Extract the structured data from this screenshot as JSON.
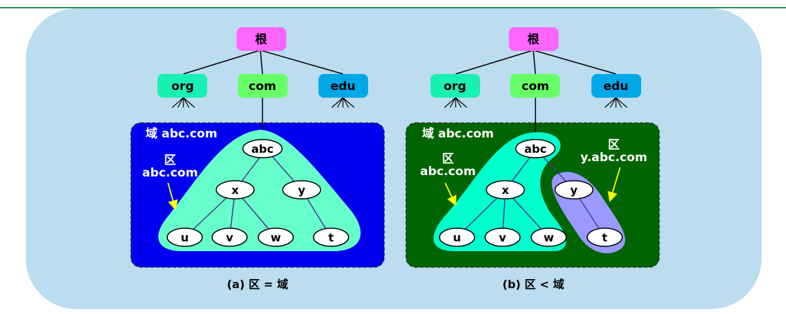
{
  "colors": {
    "background_panel": "#bcdcef",
    "root": "#ff66ff",
    "org": "#19f0b4",
    "com": "#66ff66",
    "edu": "#00a8e8",
    "domain_a": "#0000ee",
    "domain_b": "#006400",
    "zone_main": "#66ffcc",
    "zone_main_b": "#00ffcc",
    "zone_sub": "#9999ff",
    "arrow": "#ffff00"
  },
  "diagrams": [
    {
      "root": "根",
      "tlds": [
        "org",
        "com",
        "edu"
      ],
      "domain_label": "域 abc.com",
      "zone_labels": [
        [
          "区",
          "abc.com"
        ]
      ],
      "nodes": {
        "abc": "abc",
        "x": "x",
        "y": "y",
        "u": "u",
        "v": "v",
        "w": "w",
        "t": "t"
      },
      "caption": "(a) 区 = 域"
    },
    {
      "root": "根",
      "tlds": [
        "org",
        "com",
        "edu"
      ],
      "domain_label": "域 abc.com",
      "zone_labels": [
        [
          "区",
          "abc.com"
        ],
        [
          "区",
          "y.abc.com"
        ]
      ],
      "nodes": {
        "abc": "abc",
        "x": "x",
        "y": "y",
        "u": "u",
        "v": "v",
        "w": "w",
        "t": "t"
      },
      "caption": "(b) 区 < 域"
    }
  ]
}
